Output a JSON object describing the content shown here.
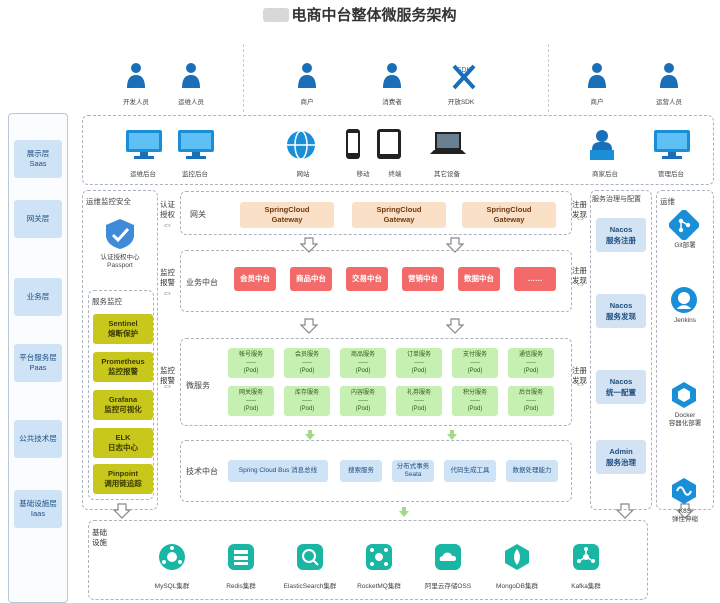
{
  "title": "电商中台整体微服务架构",
  "colors": {
    "layer_bg": "#cfe3f7",
    "gateway_bg": "#fbe0c8",
    "business_bg": "#f26a6a",
    "service_bg": "#c6f0b2",
    "monitor_bg": "#c8c81c",
    "icon_blue": "#1a6fb8",
    "icon_teal": "#19b6a4"
  },
  "layers": [
    {
      "label": "展示层\nSaas"
    },
    {
      "label": "网关层"
    },
    {
      "label": "业务层"
    },
    {
      "label": "平台服务层\nPaas"
    },
    {
      "label": "公共技术层"
    },
    {
      "label": "基础设施层\nIaas"
    }
  ],
  "actors": {
    "left": [
      "开发人员",
      "运维人员"
    ],
    "middle": [
      "商户",
      "消费者",
      "开放SDK"
    ],
    "right": [
      "商户",
      "运营人员"
    ]
  },
  "clients": {
    "left": [
      "运维后台",
      "监控后台"
    ],
    "middle": [
      "网站",
      "移动",
      "终端",
      "其它设备"
    ],
    "right": [
      "商家后台",
      "管理后台"
    ]
  },
  "security": {
    "title": "运维监控安全",
    "passport": "认证授权中心\nPassport"
  },
  "side_labels": {
    "auth": "认证\n授权",
    "mon1": "监控\n报警",
    "mon2": "监控\n报警",
    "reg1": "注册\n发现",
    "reg2": "注册\n发现",
    "reg3": "注册\n发现"
  },
  "gateway": {
    "label": "网关",
    "items": [
      "SpringCloud\nGateway",
      "SpringCloud\nGateway",
      "SpringCloud\nGateway"
    ]
  },
  "business": {
    "label": "业务中台",
    "items": [
      "会员中台",
      "商品中台",
      "交易中台",
      "营销中台",
      "数据中台",
      "……"
    ]
  },
  "services": {
    "label": "微服务",
    "row1": [
      "帐号服务\n-----\n(Pod)",
      "会员服务\n-----\n(Pod)",
      "商品服务\n-----\n(Pod)",
      "订单服务\n-----\n(Pod)",
      "支付服务\n-----\n(Pod)",
      "通信服务\n-----\n(Pod)"
    ],
    "row2": [
      "网关服务\n-----\n(Pod)",
      "库存服务\n-----\n(Pod)",
      "内容服务\n-----\n(Pod)",
      "礼券服务\n-----\n(Pod)",
      "积分服务\n-----\n(Pod)",
      "后台服务\n-----\n(Pod)"
    ]
  },
  "tech": {
    "label": "技术中台",
    "items": [
      "Spring Cloud Bus 消息总线",
      "搜索服务",
      "分布式事务\nSeata",
      "代码生成工具",
      "数据处理能力"
    ]
  },
  "monitoring": {
    "title": "服务监控",
    "items": [
      "Sentinel\n熔断保护",
      "Prometheus\n监控报警",
      "Grafana\n监控可视化",
      "ELK\n日志中心",
      "Pinpoint\n调用链追踪"
    ]
  },
  "governance": {
    "title": "服务治理与配置",
    "items": [
      "Nacos\n服务注册",
      "Nacos\n服务发现",
      "Nacos\n统一配置",
      "Admin\n服务治理"
    ]
  },
  "ops": {
    "title": "运维",
    "items": [
      "Git部署",
      "Jenkins",
      "Docker\n容器化部署",
      "K8S\n弹性伸缩"
    ]
  },
  "infra": {
    "label": "基础\n设施",
    "items": [
      "MySQL集群",
      "Redis集群",
      "ElasticSearch集群",
      "RocketMQ集群",
      "阿里云存储OSS",
      "MongoDB集群",
      "Kafka集群"
    ]
  }
}
